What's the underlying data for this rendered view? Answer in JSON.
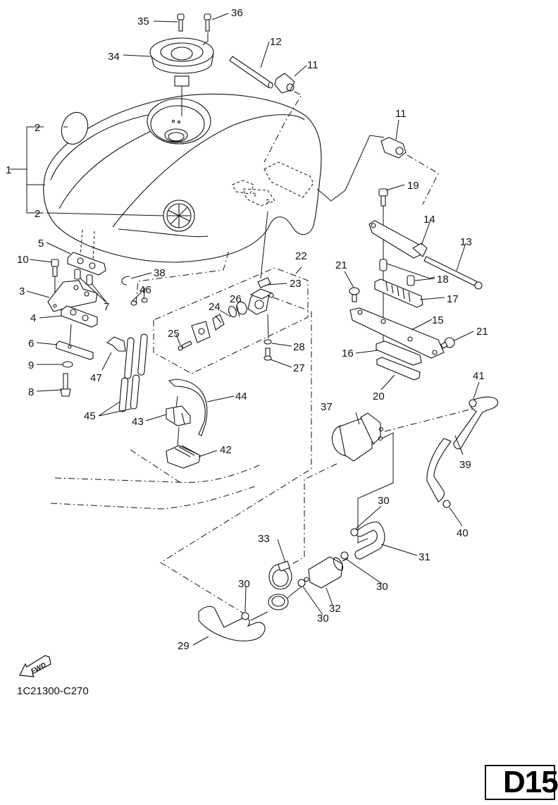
{
  "diagram": {
    "title": "Fuel tank exploded parts diagram",
    "drawing_code": "1C21300-C270",
    "page_badge": "D15",
    "forward_indicator": "FWD",
    "callouts": {
      "c1": "1",
      "c2a": "2",
      "c2b": "2",
      "c3": "3",
      "c4": "4",
      "c5": "5",
      "c6": "6",
      "c7": "7",
      "c8": "8",
      "c9": "9",
      "c10": "10",
      "c11a": "11",
      "c11b": "11",
      "c12": "12",
      "c13": "13",
      "c14": "14",
      "c15": "15",
      "c16": "16",
      "c17": "17",
      "c18": "18",
      "c19": "19",
      "c20": "20",
      "c21a": "21",
      "c21b": "21",
      "c22": "22",
      "c23": "23",
      "c24": "24",
      "c25": "25",
      "c26": "26",
      "c27": "27",
      "c28": "28",
      "c29": "29",
      "c30a": "30",
      "c30b": "30",
      "c30c": "30",
      "c30d": "30",
      "c31": "31",
      "c32": "32",
      "c33": "33",
      "c34": "34",
      "c35": "35",
      "c36": "36",
      "c37": "37",
      "c38": "38",
      "c39": "39",
      "c40": "40",
      "c41": "41",
      "c42": "42",
      "c43": "43",
      "c44": "44",
      "c45": "45",
      "c46": "46",
      "c47": "47"
    }
  }
}
